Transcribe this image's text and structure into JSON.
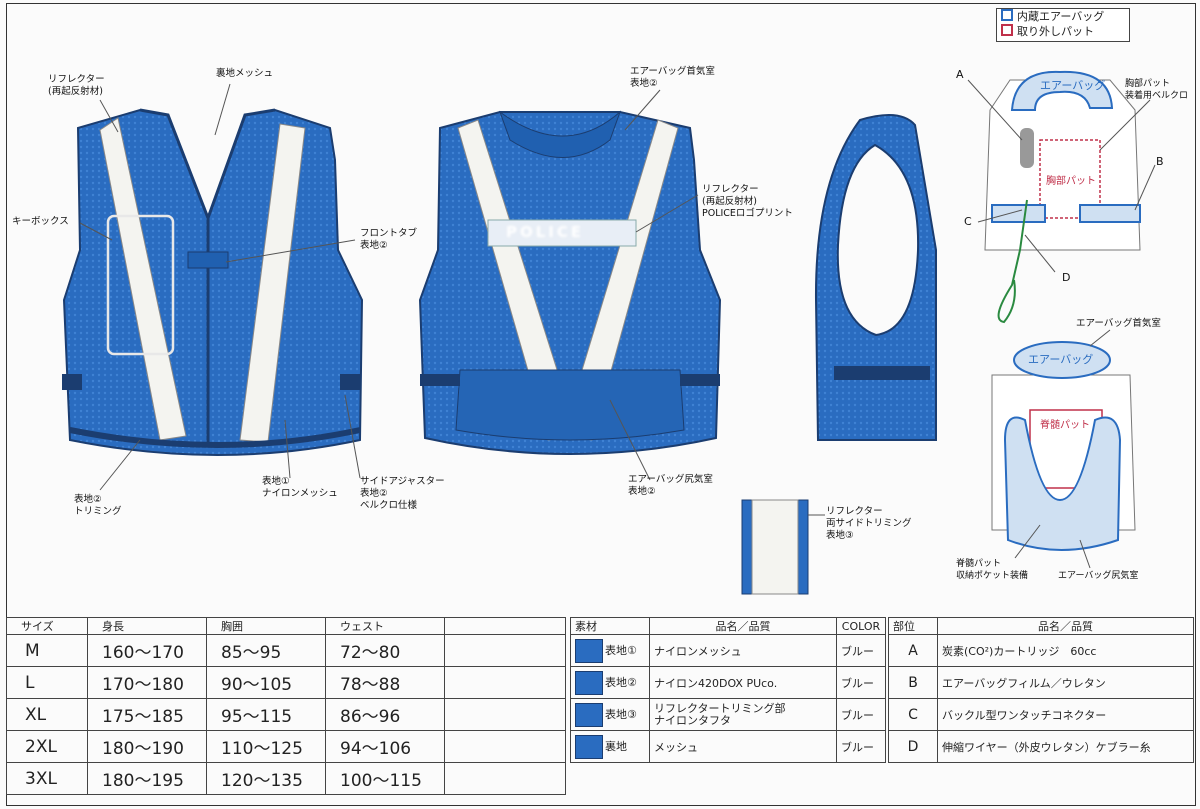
{
  "legend": {
    "airbag": {
      "label": "内蔵エアーバッグ",
      "color": "#2a6cc0"
    },
    "pad": {
      "label": "取り外しパット",
      "color": "#c0304a"
    }
  },
  "labels": {
    "reflector_front": "リフレクター\n(再起反射材)",
    "mesh_lining": "裏地メッシュ",
    "key_box": "キーボックス",
    "front_tab": "フロントタブ\n表地②",
    "surface1": "表地①\nナイロンメッシュ",
    "side_adjuster": "サイドアジャスター\n表地②\nベルクロ仕様",
    "surface2_trim": "表地②\nトリミング",
    "airbag_neck_back": "エアーバッグ首気室\n表地②",
    "reflector_back": "リフレクター\n(再起反射材)\nPOLICEロゴプリント",
    "police_text": "POLICE",
    "airbag_hip_back": "エアーバッグ尻気室\n表地②",
    "reflector_side": "リフレクター\n両サイドトリミング\n表地③",
    "chest_pad_velcro": "胸部パット\n装着用ベルクロ",
    "point_a": "A",
    "point_b": "B",
    "point_c": "C",
    "point_d": "D",
    "airbag_word": "エアーバッグ",
    "chest_pad_word": "胸部パット",
    "airbag_neck_right": "エアーバッグ首気室",
    "airbag_word2": "エアーバッグ",
    "spine_pad_word": "脊髄パット",
    "spine_pad_pocket": "脊髄パット\n収納ポケット装備",
    "airbag_hip_right": "エアーバッグ尻気室"
  },
  "size_table": {
    "headers": [
      "サイズ",
      "身長",
      "胸囲",
      "ウェスト"
    ],
    "rows": [
      [
        "M",
        "160〜170",
        "85〜95",
        "72〜80"
      ],
      [
        "L",
        "170〜180",
        "90〜105",
        "78〜88"
      ],
      [
        "XL",
        "175〜185",
        "95〜115",
        "86〜96"
      ],
      [
        "2XL",
        "180〜190",
        "110〜125",
        "94〜106"
      ],
      [
        "3XL",
        "180〜195",
        "120〜135",
        "100〜115"
      ]
    ]
  },
  "material_table": {
    "headers": [
      "素材",
      "品名／品質",
      "COLOR"
    ],
    "swatch_color": "#2a6cc0",
    "rows": [
      [
        "表地①",
        "ナイロンメッシュ",
        "ブルー"
      ],
      [
        "表地②",
        "ナイロン420DOX PUco.",
        "ブルー"
      ],
      [
        "表地③",
        "リフレクタートリミング部\nナイロンタフタ",
        "ブルー"
      ],
      [
        "裏地",
        "メッシュ",
        "ブルー"
      ]
    ]
  },
  "part_table": {
    "headers": [
      "部位",
      "品名／品質"
    ],
    "rows": [
      [
        "A",
        "炭素(CO²)カートリッジ　60cc"
      ],
      [
        "B",
        "エアーバッグフィルム／ウレタン"
      ],
      [
        "C",
        "バックル型ワンタッチコネクター"
      ],
      [
        "D",
        "伸縮ワイヤー（外皮ウレタン）ケブラー糸"
      ]
    ]
  }
}
